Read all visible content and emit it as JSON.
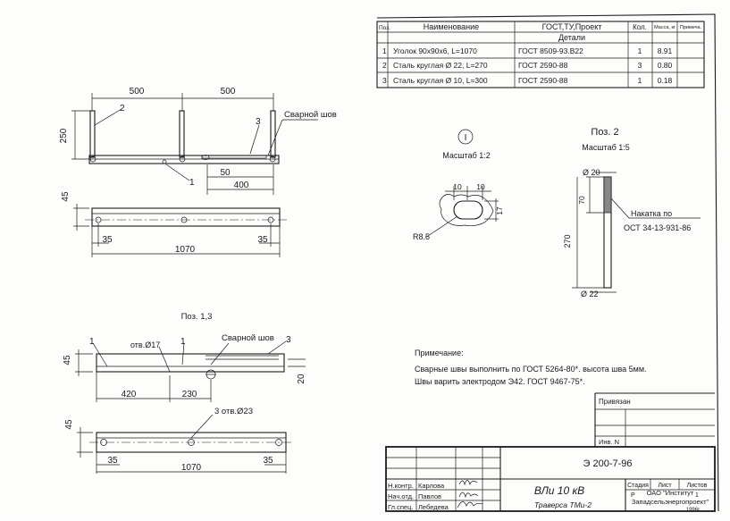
{
  "spec_table": {
    "headers": [
      "Поз.",
      "Наименование",
      "ГОСТ,ТУ,Проект",
      "Кол.",
      "Масса, кг",
      "Примеча."
    ],
    "section": "Детали",
    "rows": [
      {
        "pos": "1",
        "name": "Уголок  90х90х6,  L=1070",
        "gost": "ГОСТ  8509-93.В22",
        "qty": "1",
        "mass": "8.91"
      },
      {
        "pos": "2",
        "name": "Сталь круглая  Ø 22,  L=270",
        "gost": "ГОСТ  2590-88",
        "qty": "3",
        "mass": "0.80"
      },
      {
        "pos": "3",
        "name": "Сталь круглая  Ø 10,  L=300",
        "gost": "ГОСТ  2590-88",
        "qty": "1",
        "mass": "0.18"
      }
    ]
  },
  "view_top": {
    "dim_500a": "500",
    "dim_500b": "500",
    "dim_250": "250",
    "dim_50": "50",
    "dim_400": "400",
    "callout_2": "2",
    "callout_3": "3",
    "callout_1": "1",
    "weld": "Сварной шов"
  },
  "view_plan": {
    "dim_45": "45",
    "dim_35a": "35",
    "dim_35b": "35",
    "dim_1070": "1070"
  },
  "pos13": {
    "title": "Поз. 1,3",
    "callout_1": "1",
    "callout_3": "3",
    "holes_17": "отв.Ø17",
    "weld": "Сварной шов",
    "dim_45": "45",
    "dim_20": "20",
    "dim_420": "420",
    "dim_230": "230"
  },
  "pos1_plan": {
    "holes_23": "3 отв.Ø23",
    "dim_45": "45",
    "dim_35a": "35",
    "dim_35b": "35",
    "dim_1070": "1070"
  },
  "detail_I": {
    "mark": "I",
    "scale": "Масштаб 1:2",
    "dim_10a": "10",
    "dim_10b": "10",
    "dim_17": "17",
    "dim_r": "R8.5"
  },
  "pos2": {
    "title": "Поз. 2",
    "scale": "Масштаб 1:5",
    "dim_d20": "Ø 20",
    "dim_70": "70",
    "dim_270": "270",
    "dim_d22": "Ø 22",
    "knurl_1": "Накатка по",
    "knurl_2": "ОСТ  34-13-931-86"
  },
  "note": {
    "title": "Примечание:",
    "line1": "Сварные швы выполнить по ГОСТ 5264-80*. высота шва 5мм.",
    "line2": "Швы варить электродом Э42. ГОСТ 9467-75*."
  },
  "bind_box": {
    "label": "Привязан",
    "inv": "Инв. N"
  },
  "title_block": {
    "code": "Э 200-7-96",
    "object": "ВЛи 10 кВ",
    "sheet_title": "Траверса   ТМи-2",
    "stage_h": "Стадия",
    "sheet_h": "Лист",
    "sheets_h": "Листов",
    "stage": "Р",
    "sheets": "1",
    "org_1": "ОАО \"Институт",
    "org_2": "Западсельэнергопроект\"",
    "year": "1996г.",
    "roles": [
      "Н.контр.",
      "Нач.отд.",
      "Гл.спец."
    ],
    "names": [
      "Карлова",
      "Павлов",
      "Лебедева"
    ]
  }
}
